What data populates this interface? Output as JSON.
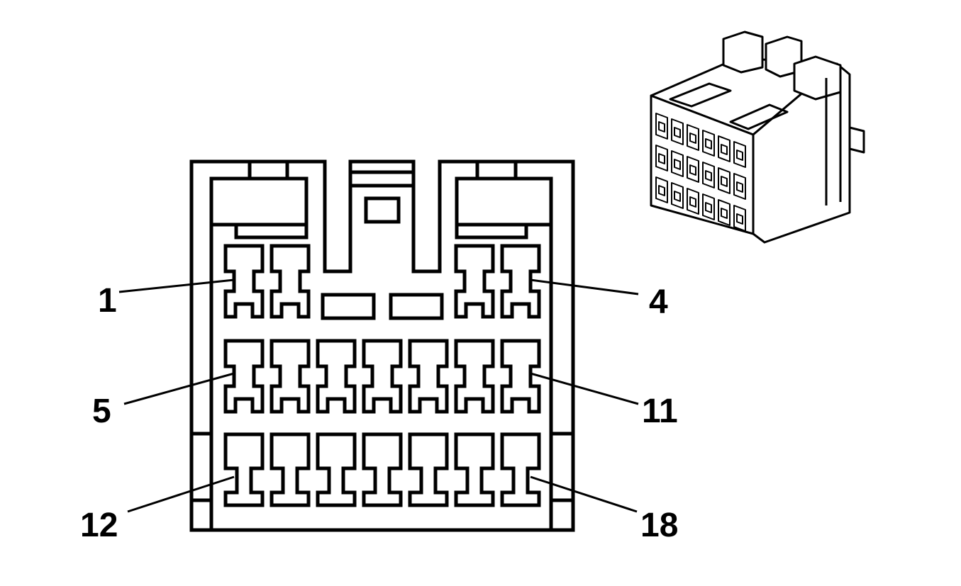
{
  "diagram": {
    "pin_labels": {
      "pin_1": "1",
      "pin_4": "4",
      "pin_5": "5",
      "pin_11": "11",
      "pin_12": "12",
      "pin_18": "18"
    },
    "colors": {
      "ink": "#000000",
      "paper": "#ffffff"
    },
    "rows": {
      "top": {
        "terminal_count": 4,
        "blank_cavity_count": 2
      },
      "middle": {
        "terminal_count": 7
      },
      "bottom": {
        "terminal_count": 7
      }
    },
    "icons": [
      "connector-face-view-icon",
      "connector-isometric-view-icon"
    ]
  }
}
